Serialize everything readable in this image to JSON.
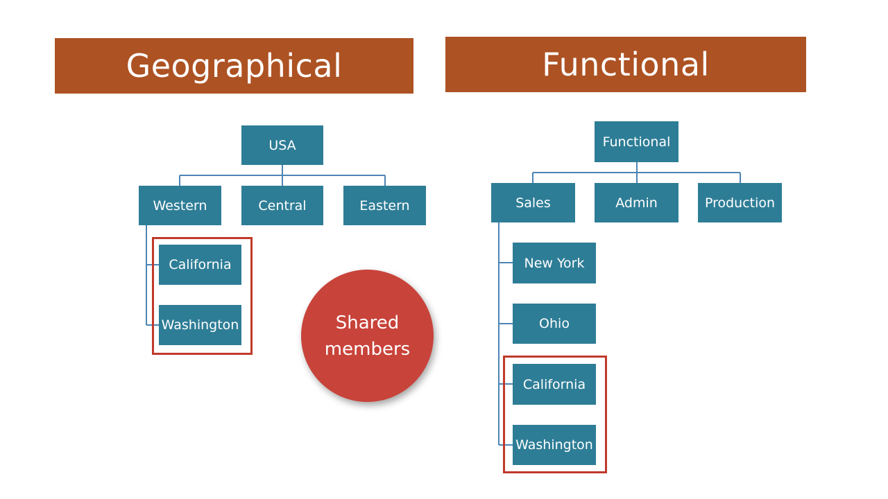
{
  "colors": {
    "banner": "#ad5223",
    "node": "#2e7d96",
    "connector": "#4d84b4",
    "highlight": "#c0392b",
    "circle": "#c8433a"
  },
  "geographical": {
    "banner_title": "Geographical",
    "root": "USA",
    "regions": [
      "Western",
      "Central",
      "Eastern"
    ],
    "western_children": [
      "California",
      "Washington"
    ]
  },
  "functional": {
    "banner_title": "Functional",
    "root": "Functional",
    "departments": [
      "Sales",
      "Admin",
      "Production"
    ],
    "sales_children": [
      "New York",
      "Ohio",
      "California",
      "Washington"
    ]
  },
  "shared_label": {
    "line1": "Shared",
    "line2": "members"
  }
}
